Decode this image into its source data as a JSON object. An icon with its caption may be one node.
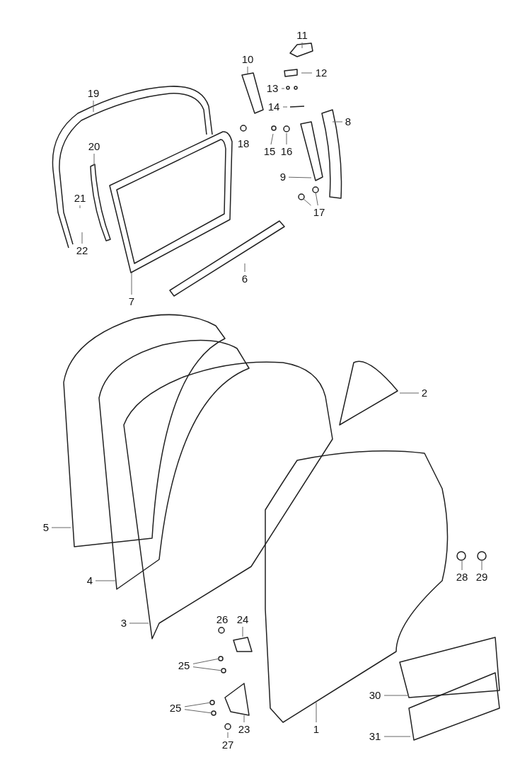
{
  "diagram": {
    "nodes": [
      {
        "text": [
          "11"
        ]
      },
      {
        "text": [
          "10"
        ]
      },
      {
        "text": [
          "12"
        ]
      },
      {
        "text": [
          "13"
        ]
      },
      {
        "text": [
          "19"
        ]
      },
      {
        "text": [
          "14"
        ]
      },
      {
        "text": [
          "8"
        ]
      },
      {
        "text": [
          "15"
        ]
      },
      {
        "text": [
          "16"
        ]
      },
      {
        "text": [
          "20"
        ]
      },
      {
        "text": [
          "9"
        ]
      },
      {
        "text": [
          "21"
        ]
      },
      {
        "text": [
          "17"
        ]
      },
      {
        "text": [
          "22"
        ]
      },
      {
        "text": [
          "6"
        ]
      },
      {
        "text": [
          "7"
        ]
      },
      {
        "text": [
          "2"
        ]
      },
      {
        "text": [
          "5"
        ]
      },
      {
        "text": [
          "28"
        ]
      },
      {
        "text": [
          "29"
        ]
      },
      {
        "text": [
          "4"
        ]
      },
      {
        "text": [
          "3"
        ]
      },
      {
        "text": [
          "24"
        ]
      },
      {
        "text": [
          "25"
        ]
      },
      {
        "text": [
          "25"
        ]
      },
      {
        "text": [
          "23"
        ]
      },
      {
        "text": [
          "30"
        ]
      },
      {
        "text": [
          "27"
        ]
      },
      {
        "text": [
          "1"
        ]
      },
      {
        "text": [
          "31"
        ]
      }
    ],
    "edges": [
      {
        "from": 0,
        "to": null,
        "arrow": "none"
      },
      {
        "from": 1,
        "to": null,
        "arrow": "none"
      },
      {
        "from": 2,
        "to": null,
        "arrow": "none"
      },
      {
        "from": 3,
        "to": null,
        "arrow": "none"
      },
      {
        "from": 4,
        "to": null,
        "arrow": "none"
      },
      {
        "from": 5,
        "to": null,
        "arrow": "none"
      },
      {
        "from": 6,
        "to": null,
        "arrow": "none"
      },
      {
        "from": 7,
        "to": null,
        "arrow": "none"
      },
      {
        "from": 8,
        "to": null,
        "arrow": "none"
      },
      {
        "from": 9,
        "to": null,
        "arrow": "none"
      },
      {
        "from": 10,
        "to": null,
        "arrow": "none"
      },
      {
        "from": 11,
        "to": null,
        "arrow": "none"
      },
      {
        "from": 12,
        "to": null,
        "arrow": "none"
      },
      {
        "from": 12,
        "to": null,
        "arrow": "none"
      },
      {
        "from": 13,
        "to": null,
        "arrow": "none"
      },
      {
        "from": 14,
        "to": null,
        "arrow": "none"
      },
      {
        "from": 15,
        "to": null,
        "arrow": "none"
      },
      {
        "from": 16,
        "to": null,
        "arrow": "none"
      },
      {
        "from": 17,
        "to": null,
        "arrow": "none"
      },
      {
        "from": 18,
        "to": null,
        "arrow": "none"
      },
      {
        "from": 19,
        "to": null,
        "arrow": "none"
      },
      {
        "from": 20,
        "to": null,
        "arrow": "none"
      },
      {
        "from": 21,
        "to": null,
        "arrow": "none"
      },
      {
        "from": 22,
        "to": null,
        "arrow": "none"
      },
      {
        "from": 23,
        "to": null,
        "arrow": "none"
      },
      {
        "from": 23,
        "to": null,
        "arrow": "none"
      },
      {
        "from": 24,
        "to": null,
        "arrow": "none"
      },
      {
        "from": 24,
        "to": null,
        "arrow": "none"
      },
      {
        "from": 25,
        "to": null,
        "arrow": "none"
      },
      {
        "from": 26,
        "to": null,
        "arrow": "none"
      },
      {
        "from": 27,
        "to": null,
        "arrow": "none"
      },
      {
        "from": 28,
        "to": null,
        "arrow": "none"
      },
      {
        "from": 29,
        "to": null,
        "arrow": "none"
      }
    ],
    "labels": [
      "18",
      "26"
    ]
  }
}
